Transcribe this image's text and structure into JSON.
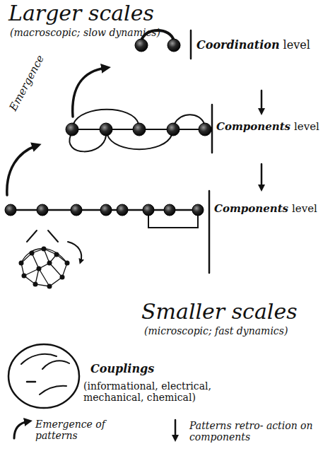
{
  "diagram": {
    "labels": [
      "Larger scales",
      "(macroscopic; slow dynamics)",
      "Emergence",
      "Coordination",
      "level",
      "Components",
      "level",
      "Components",
      "level",
      "Smaller scales",
      "(microscopic; fast dynamics)",
      "(informational, electrical, mechanical, chemical)"
    ],
    "legend": [
      {
        "text": "Couplings"
      },
      {
        "text": "Emergence of patterns"
      },
      {
        "text": "Patterns retro- action on components"
      }
    ]
  }
}
